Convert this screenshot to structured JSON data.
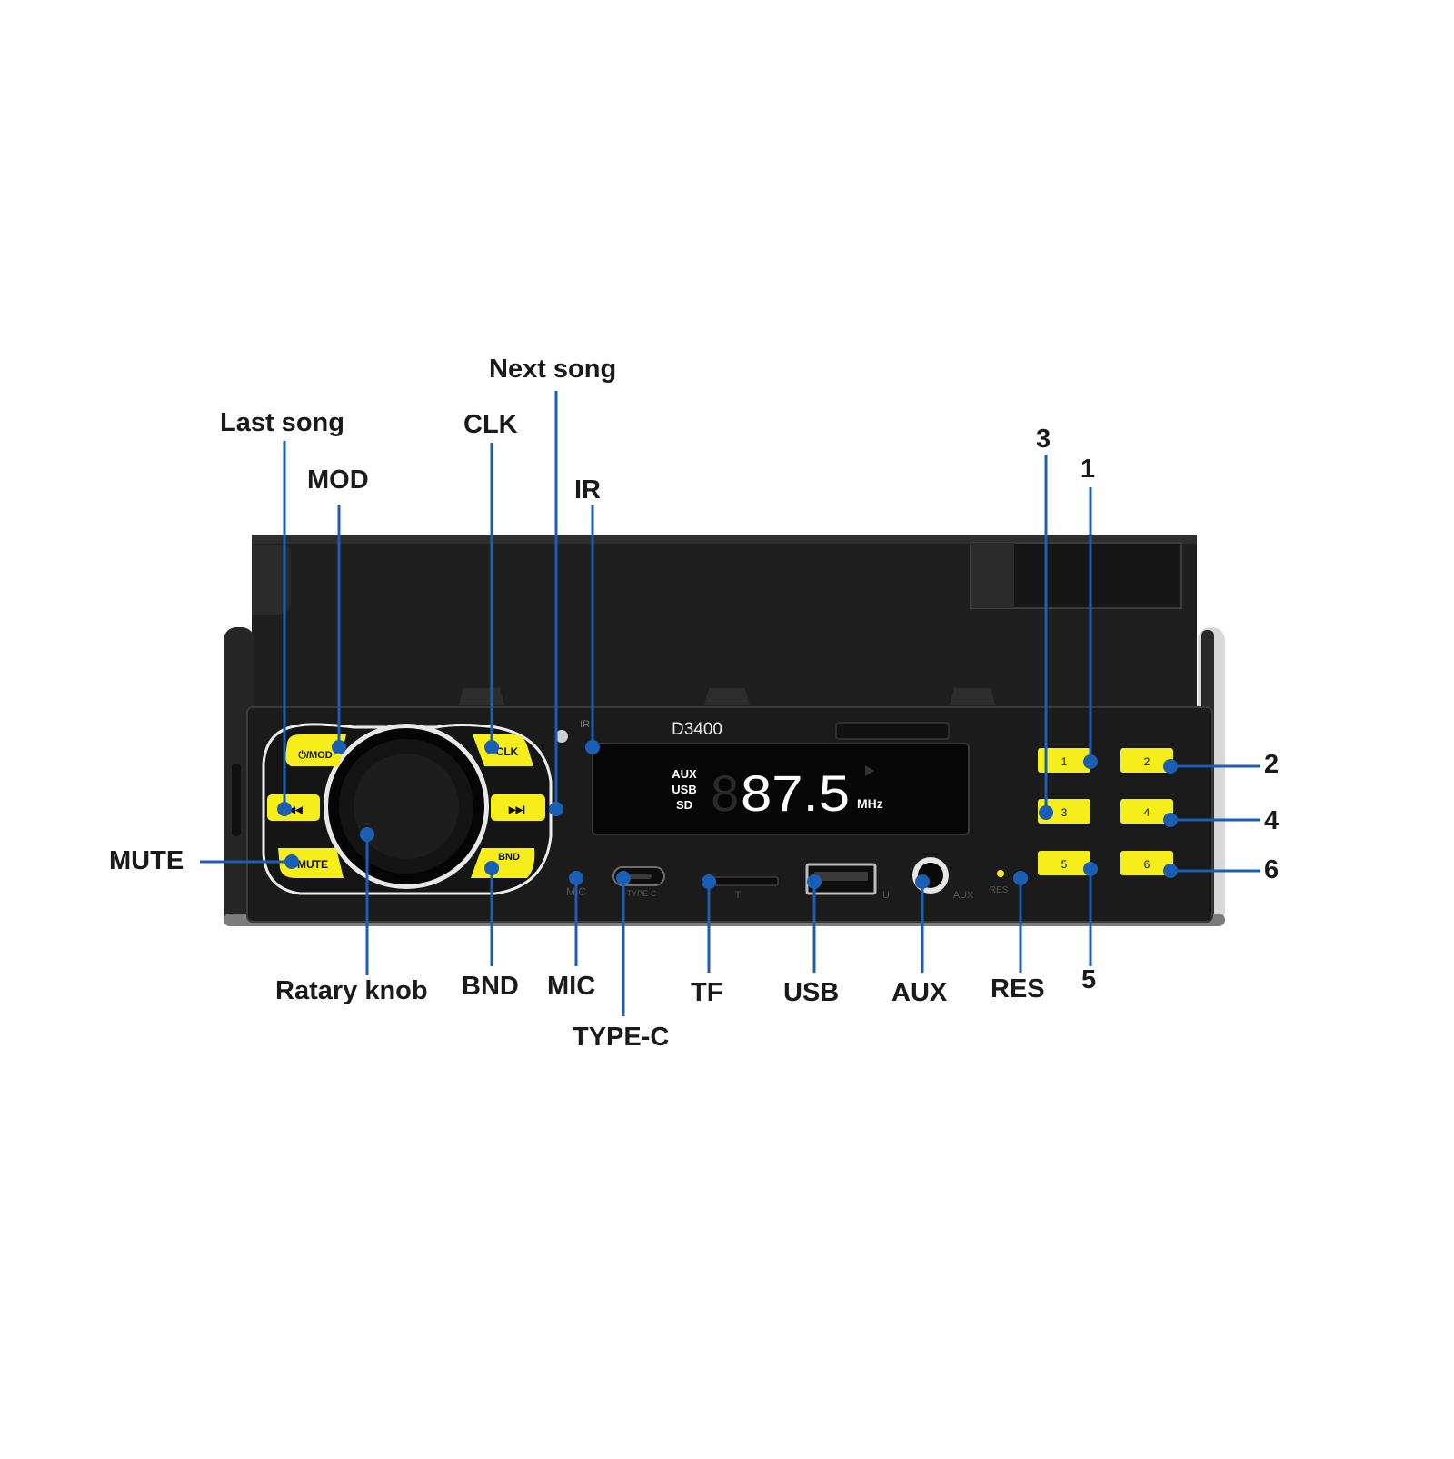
{
  "device": {
    "model": "D3400",
    "display": {
      "sources": [
        "AUX",
        "USB",
        "SD"
      ],
      "digits": "87.5",
      "unit": "MHz"
    },
    "buttons": {
      "mod": "⏻/MOD",
      "clk": "CLK",
      "prev": "◀◀",
      "next": "▶▶|",
      "mute": "MUTE",
      "bnd": "BND"
    },
    "presets": [
      "1",
      "2",
      "3",
      "4",
      "5",
      "6"
    ],
    "panel_marks": {
      "ir": "IR",
      "mic": "MIC",
      "typec": "TYPE-C",
      "tf": "T",
      "usb": "U",
      "aux": "AUX",
      "res": "RES"
    }
  },
  "callouts": {
    "next_song": "Next song",
    "last_song": "Last song",
    "clk": "CLK",
    "mod": "MOD",
    "ir": "IR",
    "mute": "MUTE",
    "rotary_knob": "Ratary knob",
    "bnd": "BND",
    "mic": "MIC",
    "type_c": "TYPE-C",
    "tf": "TF",
    "usb": "USB",
    "aux": "AUX",
    "res": "RES",
    "preset_3": "3",
    "preset_1": "1",
    "preset_2": "2",
    "preset_4": "4",
    "preset_6": "6",
    "preset_5": "5"
  },
  "colors": {
    "callout": "#1a5fb4",
    "button": "#f5ee1a",
    "body": "#1c1c1c",
    "display_text": "#ffffff"
  }
}
